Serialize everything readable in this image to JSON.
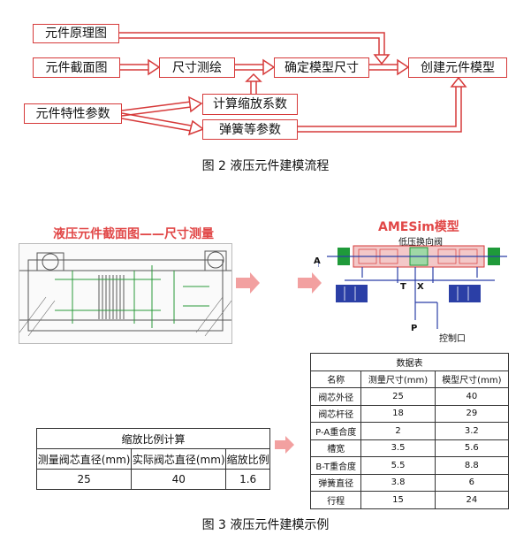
{
  "flow": {
    "nodes": {
      "principle": "元件原理图",
      "section": "元件截面图",
      "measure": "尺寸测绘",
      "determine": "确定模型尺寸",
      "create": "创建元件模型",
      "properties": "元件特性参数",
      "scale_calc": "计算缩放系数",
      "spring": "弹簧等参数"
    },
    "caption": "图 2  液压元件建模流程"
  },
  "example": {
    "section_title": "液压元件截面图——尺寸测量",
    "amesim_title": "AMESim模型",
    "amesim_valve": "低压换向阀",
    "amesim_ports": {
      "a": "A",
      "t": "T",
      "x": "X",
      "p": "P",
      "control": "控制口"
    },
    "scale_table": {
      "title": "缩放比例计算",
      "headers": [
        "测量阀芯直径(mm)",
        "实际阀芯直径(mm)",
        "缩放比例"
      ],
      "row": [
        "25",
        "40",
        "1.6"
      ]
    },
    "data_table": {
      "title": "数据表",
      "headers": [
        "名称",
        "测量尺寸(mm)",
        "模型尺寸(mm)"
      ],
      "rows": [
        [
          "阀芯外径",
          "25",
          "40"
        ],
        [
          "阀芯杆径",
          "18",
          "29"
        ],
        [
          "P-A重合度",
          "2",
          "3.2"
        ],
        [
          "槽宽",
          "3.5",
          "5.6"
        ],
        [
          "B-T重合度",
          "5.5",
          "8.8"
        ],
        [
          "弹簧直径",
          "3.8",
          "6"
        ],
        [
          "行程",
          "15",
          "24"
        ]
      ]
    },
    "caption": "图 3  液压元件建模示例"
  },
  "colors": {
    "accent": "#d63a3a",
    "arrow_fill": "#f2a0a0",
    "blue": "#2b3fa6",
    "green": "#1f9a3a"
  }
}
